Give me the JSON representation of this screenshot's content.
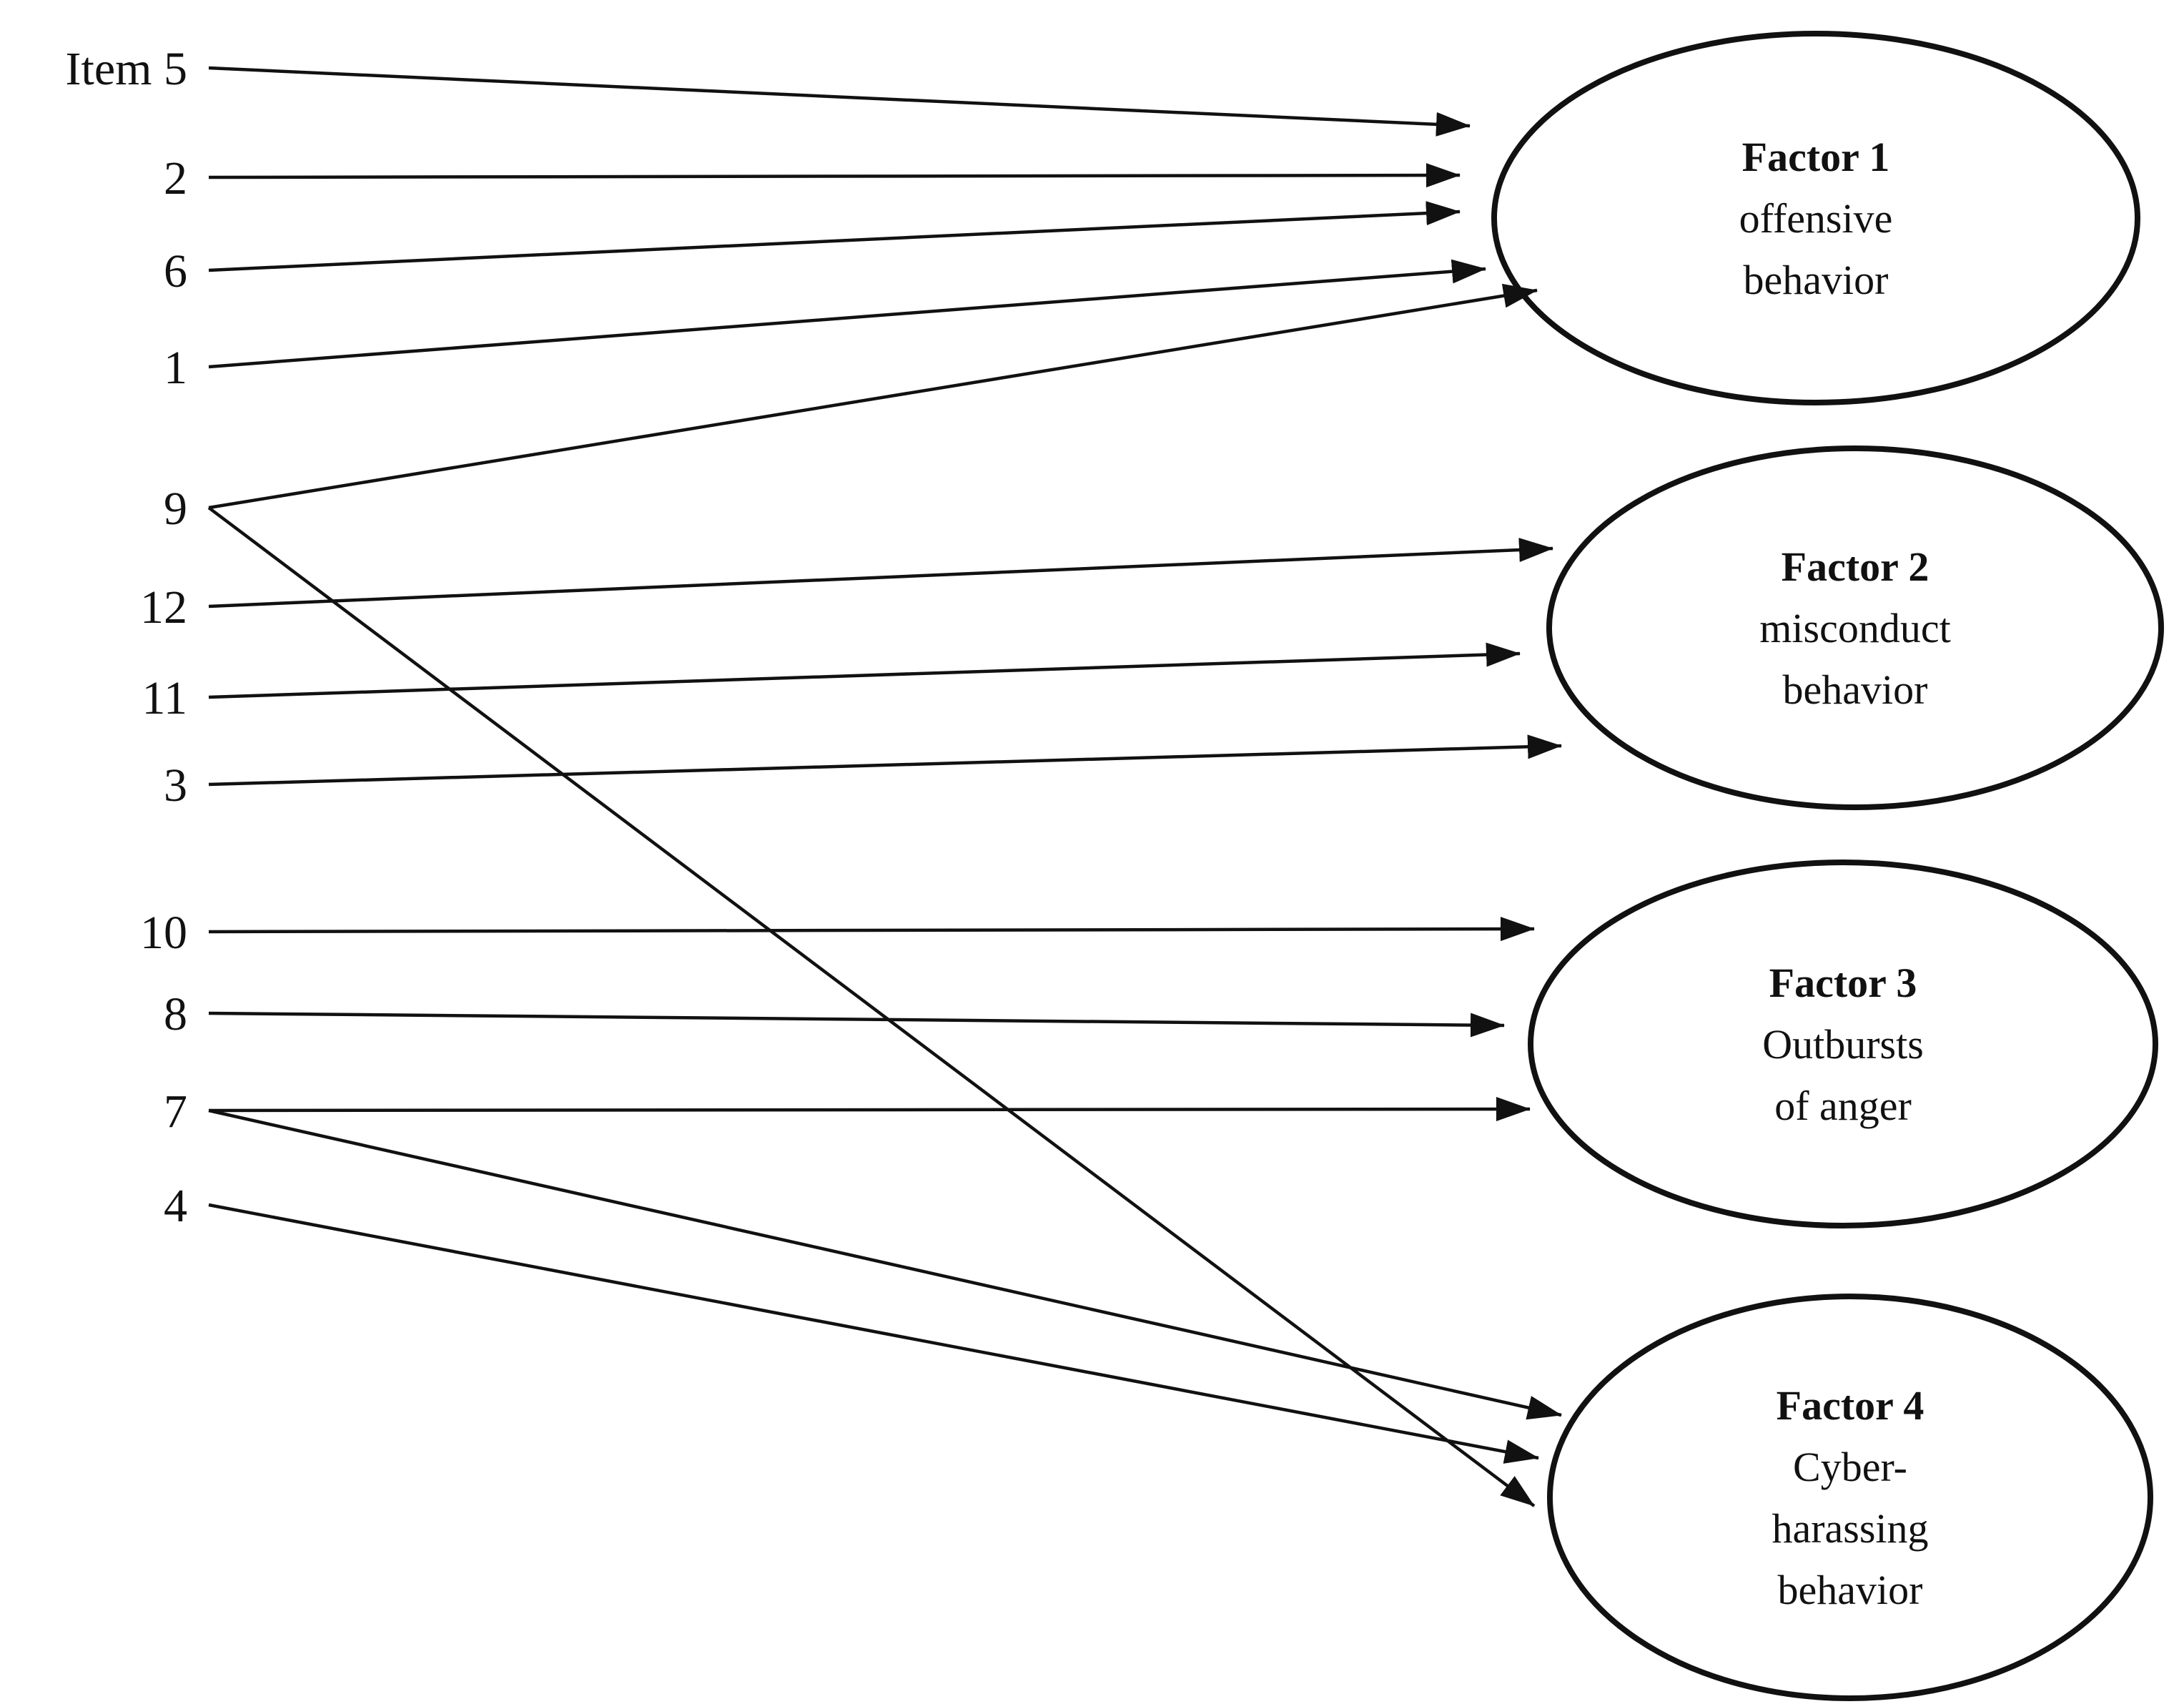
{
  "diagram": {
    "items": [
      {
        "id": "5",
        "label": "Item 5"
      },
      {
        "id": "2",
        "label": "2"
      },
      {
        "id": "6",
        "label": "6"
      },
      {
        "id": "1",
        "label": "1"
      },
      {
        "id": "9",
        "label": "9"
      },
      {
        "id": "12",
        "label": "12"
      },
      {
        "id": "11",
        "label": "11"
      },
      {
        "id": "3",
        "label": "3"
      },
      {
        "id": "10",
        "label": "10"
      },
      {
        "id": "8",
        "label": "8"
      },
      {
        "id": "7",
        "label": "7"
      },
      {
        "id": "4",
        "label": "4"
      }
    ],
    "factors": [
      {
        "id": "factor1",
        "title": "Factor 1",
        "subtitle_lines": [
          "offensive",
          "behavior"
        ]
      },
      {
        "id": "factor2",
        "title": "Factor 2",
        "subtitle_lines": [
          "misconduct",
          "behavior"
        ]
      },
      {
        "id": "factor3",
        "title": "Factor 3",
        "subtitle_lines": [
          "Outbursts",
          "of anger"
        ]
      },
      {
        "id": "factor4",
        "title": "Factor 4",
        "subtitle_lines": [
          "Cyber-",
          "harassing",
          "behavior"
        ]
      }
    ],
    "edges": [
      {
        "from": "5",
        "to": "factor1"
      },
      {
        "from": "2",
        "to": "factor1"
      },
      {
        "from": "6",
        "to": "factor1"
      },
      {
        "from": "1",
        "to": "factor1"
      },
      {
        "from": "9",
        "to": "factor1"
      },
      {
        "from": "12",
        "to": "factor2"
      },
      {
        "from": "11",
        "to": "factor2"
      },
      {
        "from": "3",
        "to": "factor2"
      },
      {
        "from": "10",
        "to": "factor3"
      },
      {
        "from": "8",
        "to": "factor3"
      },
      {
        "from": "7",
        "to": "factor3"
      },
      {
        "from": "7",
        "to": "factor4"
      },
      {
        "from": "4",
        "to": "factor4"
      },
      {
        "from": "9",
        "to": "factor4"
      }
    ],
    "colors": {
      "ink": "#111111",
      "background": "#ffffff"
    }
  }
}
